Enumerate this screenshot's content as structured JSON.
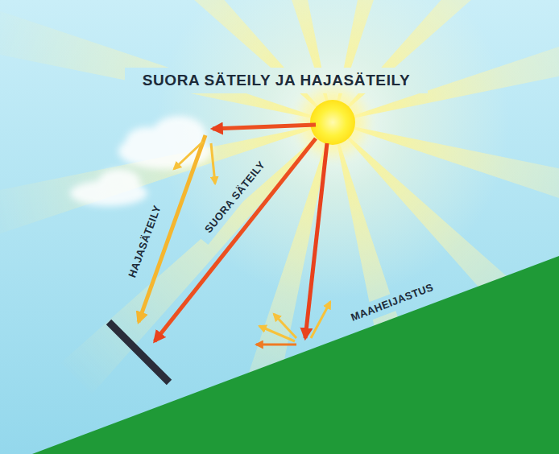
{
  "diagram": {
    "title": "SUORA SÄTEILY JA HAJASÄTEILY",
    "labels": [
      "HAJASÄTEILY",
      "SUORA SÄTEILY",
      "MAAHEIJASTUS"
    ]
  }
}
